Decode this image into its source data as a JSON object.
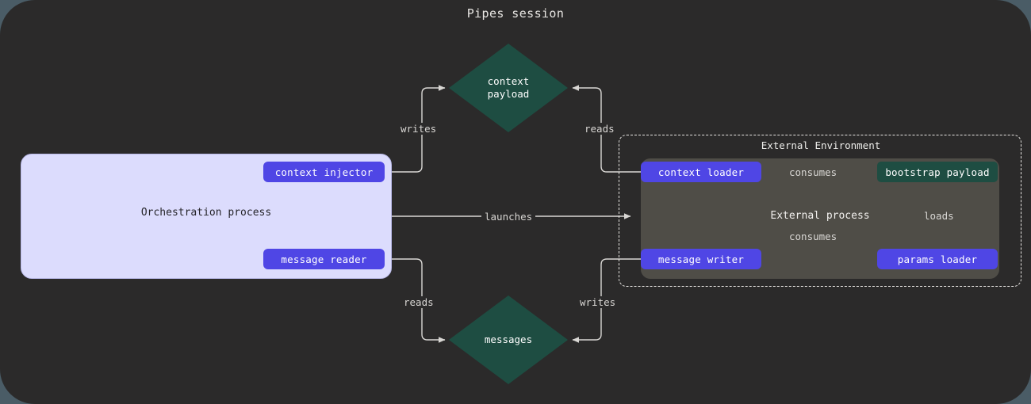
{
  "title": "Pipes session",
  "colors": {
    "page_background": "#4a5c66",
    "canvas_background": "#2b2a2a",
    "host_panel": "#dcdcfd",
    "node_purple": "#4f46e5",
    "node_teal": "#1e4d42",
    "external_process": "#4f4d47",
    "edge": "#d9d7d4"
  },
  "host_process": {
    "label": "Orchestration process",
    "nodes": [
      {
        "id": "context-injector",
        "label": "context injector"
      },
      {
        "id": "message-reader",
        "label": "message reader"
      }
    ]
  },
  "external_environment": {
    "label": "External Environment",
    "process_label": "External process",
    "nodes": [
      {
        "id": "context-loader",
        "label": "context loader",
        "kind": "purple"
      },
      {
        "id": "bootstrap-payload",
        "label": "bootstrap payload",
        "kind": "teal"
      },
      {
        "id": "message-writer",
        "label": "message writer",
        "kind": "purple"
      },
      {
        "id": "params-loader",
        "label": "params loader",
        "kind": "purple"
      }
    ]
  },
  "stores": [
    {
      "id": "context-payload",
      "line1": "context",
      "line2": "payload"
    },
    {
      "id": "messages",
      "line1": "messages",
      "line2": ""
    }
  ],
  "edges": [
    {
      "id": "writes-context",
      "label": "writes",
      "from": "context-injector",
      "to": "context-payload"
    },
    {
      "id": "reads-context",
      "label": "reads",
      "from": "context-loader",
      "to": "context-payload"
    },
    {
      "id": "launches",
      "label": "launches",
      "from": "orchestration-process",
      "to": "external-environment"
    },
    {
      "id": "consumes-context",
      "label": "consumes",
      "from": "context-loader",
      "to": "bootstrap-payload"
    },
    {
      "id": "consumes-message",
      "label": "consumes",
      "from": "message-writer",
      "to": "bootstrap-payload"
    },
    {
      "id": "loads-params",
      "label": "loads",
      "from": "params-loader",
      "to": "bootstrap-payload"
    },
    {
      "id": "reads-messages",
      "label": "reads",
      "from": "message-reader",
      "to": "messages"
    },
    {
      "id": "writes-messages",
      "label": "writes",
      "from": "message-writer",
      "to": "messages"
    }
  ]
}
